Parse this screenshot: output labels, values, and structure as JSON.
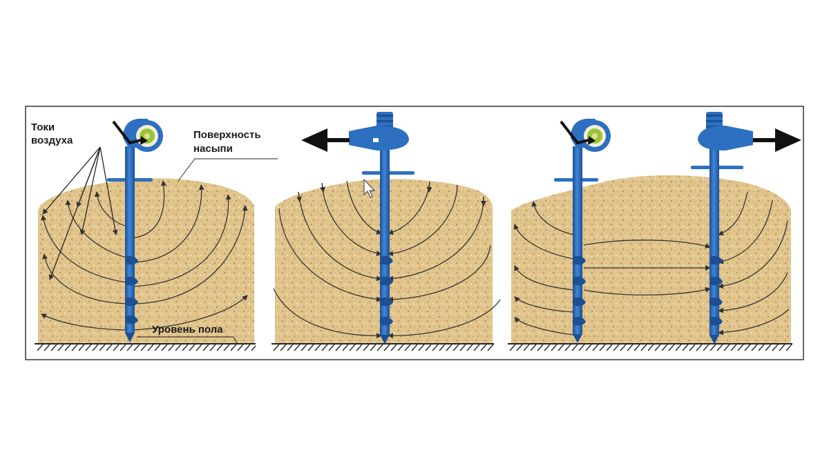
{
  "figure": {
    "labels": {
      "air_currents_line1": "Токи",
      "air_currents_line2": "воздуха",
      "pile_surface_line1": "Поверхность",
      "pile_surface_line2": "насыпи",
      "floor_level": "Уровень пола"
    },
    "panels": [
      {
        "id": "panel-1",
        "mode": "supply",
        "fan": "radial-blower"
      },
      {
        "id": "panel-2",
        "mode": "exhaust",
        "fan": "motor-blower"
      },
      {
        "id": "panel-3",
        "mode": "supply-and-exhaust",
        "fan": "radial-blower + motor-blower"
      }
    ],
    "colors": {
      "equipment": "#2d6fc0",
      "equipment_dark": "#1d4f94",
      "grain": "#e0c48c",
      "grain_shadow": "#c9a66a",
      "fan_core": "#9ac43a",
      "border": "#333333"
    },
    "icons": [
      "cursor-icon",
      "large-arrow-in-icon",
      "large-arrow-out-icon"
    ]
  }
}
